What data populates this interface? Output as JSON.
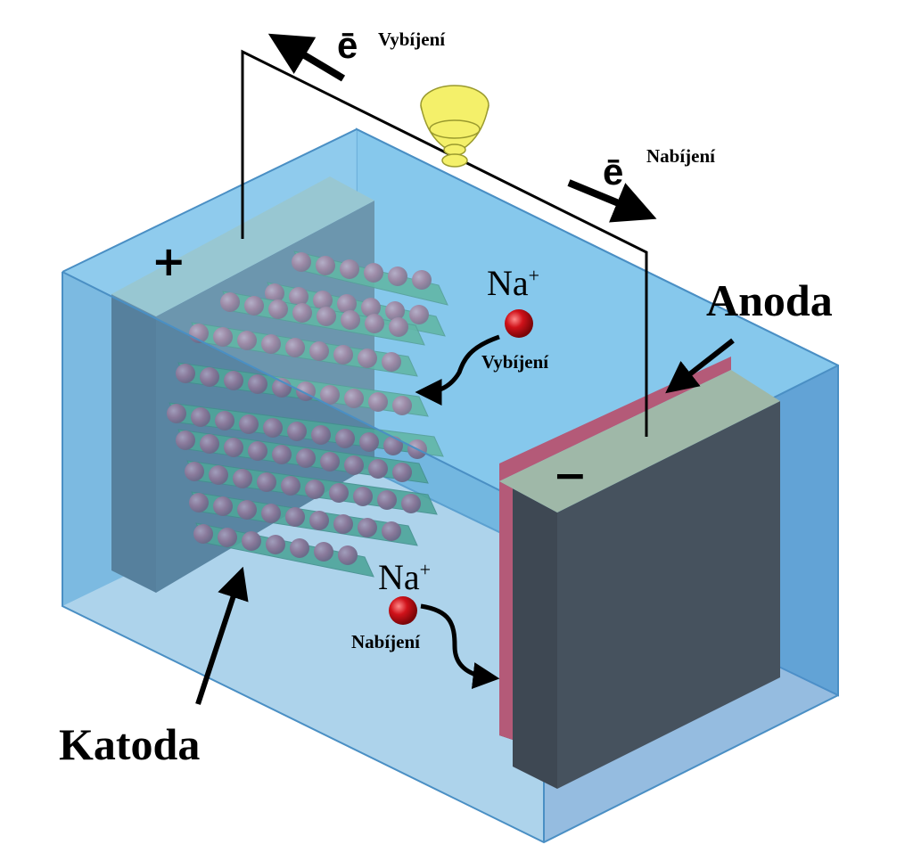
{
  "labels": {
    "katoda": "Katoda",
    "anoda": "Anoda",
    "plus": "+",
    "minus": "−",
    "electron": "ē",
    "electron_discharge_label": "Vybíjení",
    "electron_charge_label": "Nabíjení",
    "ion_base": "Na",
    "ion_charge": "+",
    "ion_discharge_label": "Vybíjení",
    "ion_charge_label": "Nabíjení"
  },
  "colors": {
    "electrolyte": "#72b8e2",
    "electrolyte_edge": "#4a8fc4",
    "electrode_dark": "#46525e",
    "electrode_top": "#9fb8a8",
    "anode_film": "#b45a78",
    "cathode_layers": "#2e9a4c",
    "sodium_ion": "#d0121a",
    "bulb": "#f4f06a",
    "wire": "#000000"
  },
  "icons": {
    "load": "light-bulb-icon",
    "flow": "arrow-icon"
  }
}
